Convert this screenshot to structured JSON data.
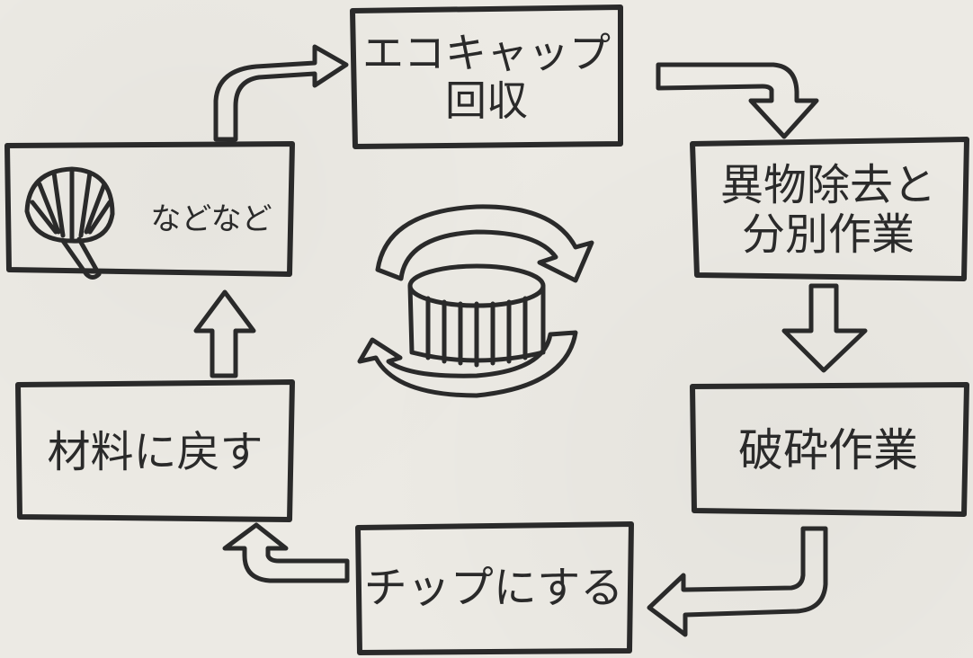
{
  "steps": {
    "collect": {
      "lines": [
        "エコキャップ",
        "回収"
      ]
    },
    "sort": {
      "lines": [
        "異物除去と",
        "分別作業"
      ]
    },
    "crush": {
      "label": "破砕作業"
    },
    "chip": {
      "label": "チップにする"
    },
    "material": {
      "label": "材料に戻す"
    },
    "products": {
      "label": "などなど",
      "icon": "uchiwa-fan-icon"
    }
  },
  "center_icon": "bottle-cap-recycle-icon",
  "colors": {
    "ink": "#2a2a2a",
    "paper": "#eceae4"
  }
}
